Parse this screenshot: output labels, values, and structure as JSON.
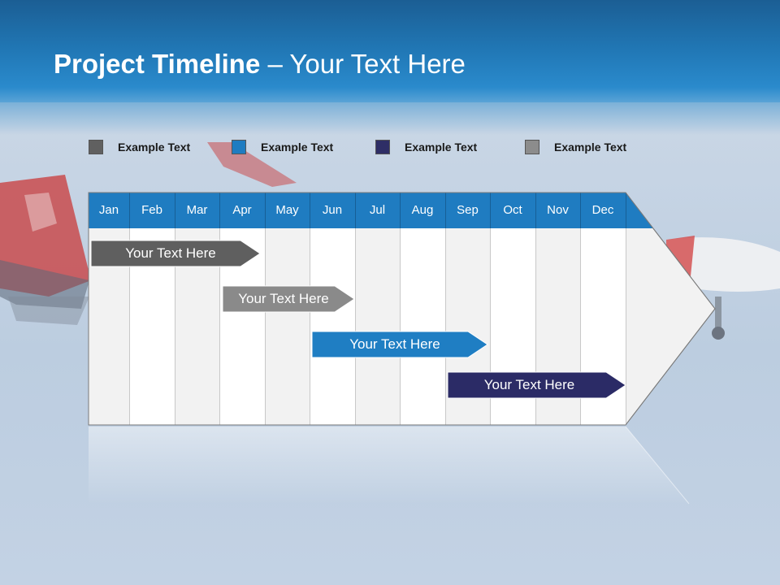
{
  "title": {
    "bold": "Project Timeline",
    "rest": " – Your Text Here"
  },
  "legend": [
    {
      "label": "Example Text",
      "color": "#606060"
    },
    {
      "label": "Example Text",
      "color": "#1f7cc1"
    },
    {
      "label": "Example Text",
      "color": "#2e2e66"
    },
    {
      "label": "Example Text",
      "color": "#8c8c8c"
    }
  ],
  "months": [
    "Jan",
    "Feb",
    "Mar",
    "Apr",
    "May",
    "Jun",
    "Jul",
    "Aug",
    "Sep",
    "Oct",
    "Nov",
    "Dec"
  ],
  "bars": [
    {
      "label": "Your  Text Here",
      "color": "#5f5f5f"
    },
    {
      "label": "Your  Text Here",
      "color": "#8a8a8a"
    },
    {
      "label": "Your  Text Here",
      "color": "#1f7ec3"
    },
    {
      "label": "Your  Text Here",
      "color": "#2b2b66"
    }
  ],
  "colors": {
    "header": "#2178b6",
    "month_bar": "#1f7cc1"
  }
}
